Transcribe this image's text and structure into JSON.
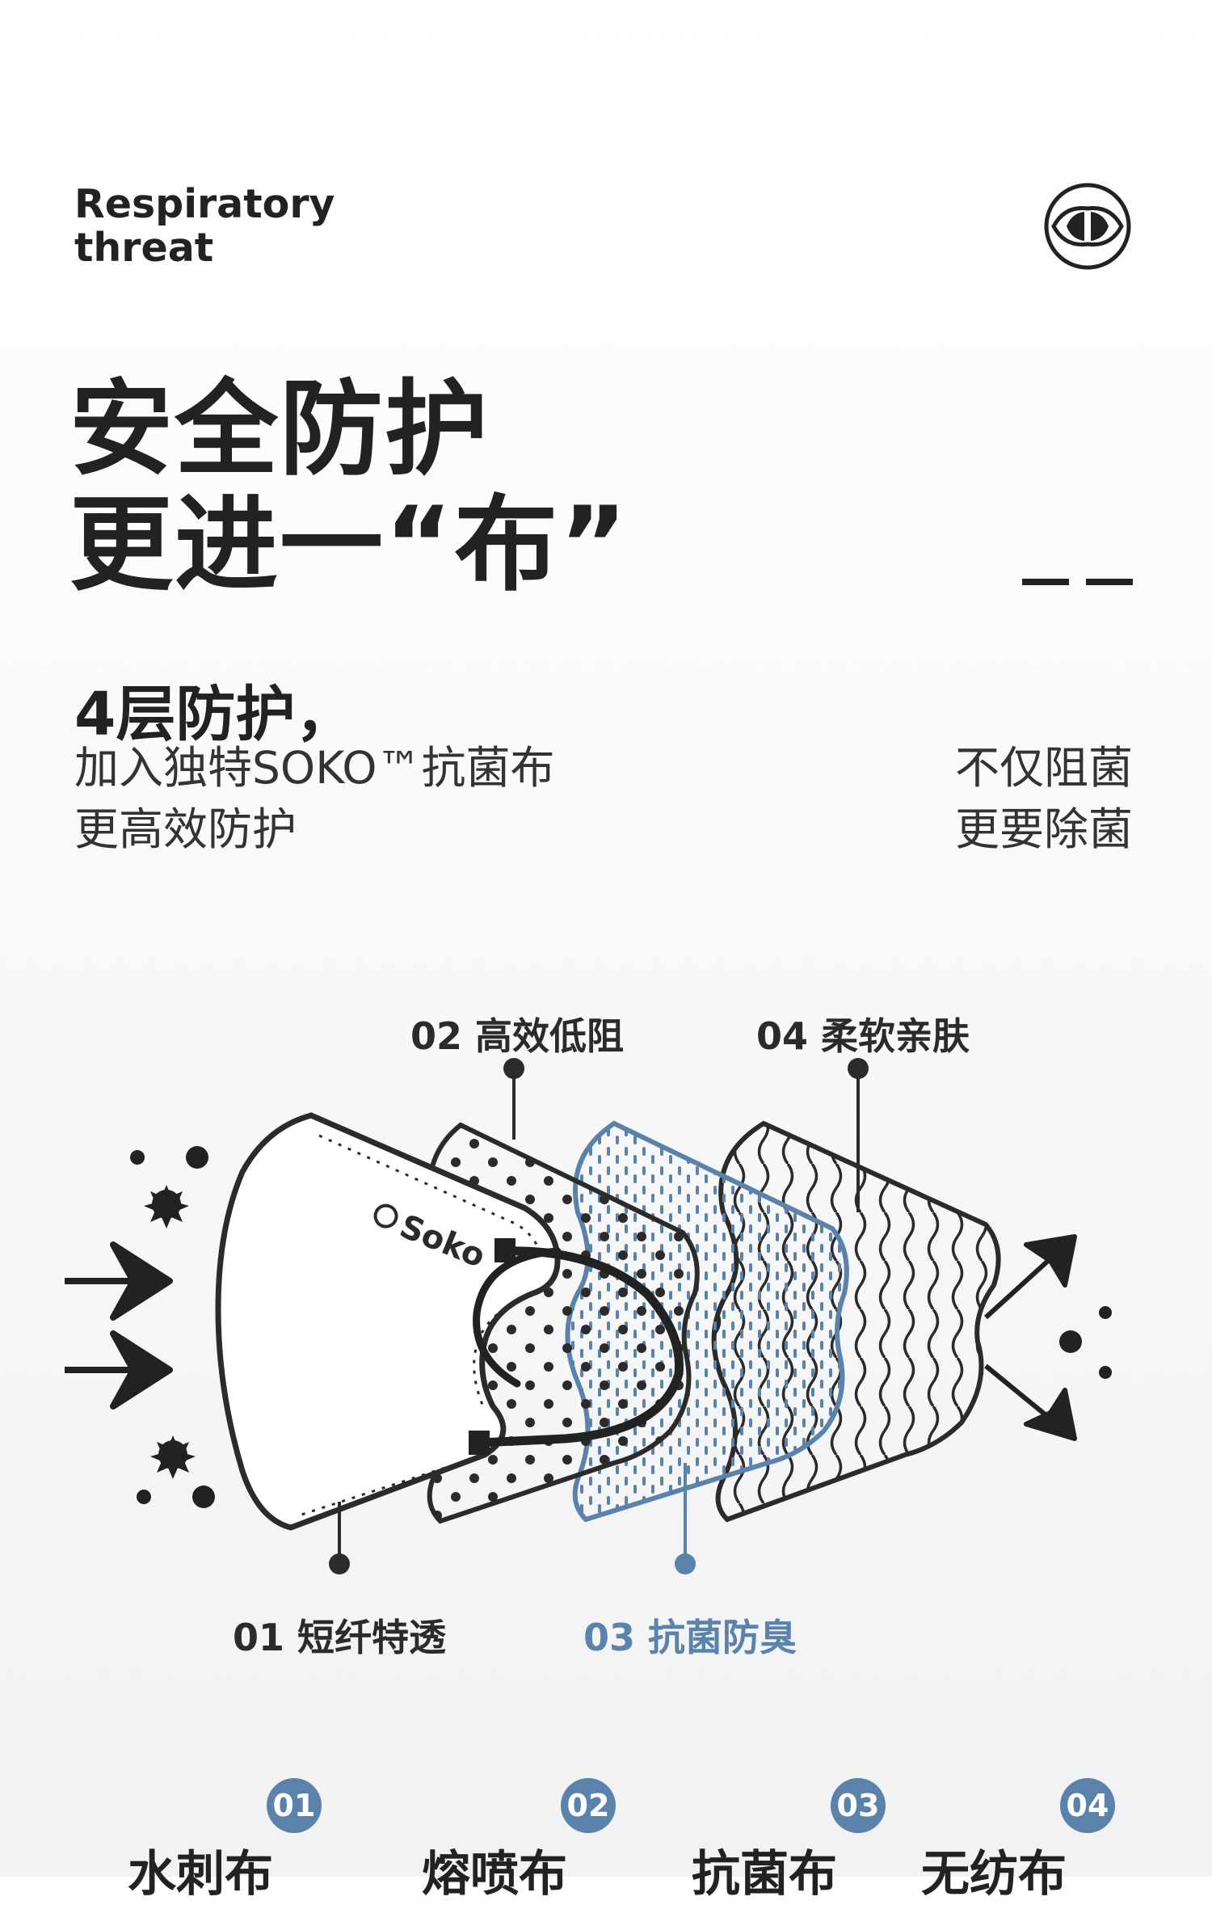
{
  "header": {
    "tagline_line1": "Respiratory",
    "tagline_line2": "threat"
  },
  "headline": {
    "line1": "安全防护",
    "line2": "更进一“布”"
  },
  "intro": {
    "title": "4层防护，",
    "left_line1": "加入独特SOKO™抗菌布",
    "left_line2": "更高效防护",
    "right_line1": "不仅阻菌",
    "right_line2": "更要除菌"
  },
  "diagram": {
    "brand_on_mask": "Soko",
    "layers": [
      {
        "label": "01 短纤特透"
      },
      {
        "label": "02 高效低阻"
      },
      {
        "label": "03 抗菌防臭"
      },
      {
        "label": "04 柔软亲肤"
      }
    ],
    "icons": [
      "arrow-in-icon",
      "virus-icon",
      "particle-icon",
      "arrow-out-icon"
    ]
  },
  "fabrics": [
    {
      "num": "01",
      "name": "水刺布"
    },
    {
      "num": "02",
      "name": "熔喷布"
    },
    {
      "num": "03",
      "name": "抗菌布"
    },
    {
      "num": "04",
      "name": "无纺布"
    }
  ],
  "colors": {
    "accent_blue": "#5a82aa",
    "ink": "#222222"
  }
}
